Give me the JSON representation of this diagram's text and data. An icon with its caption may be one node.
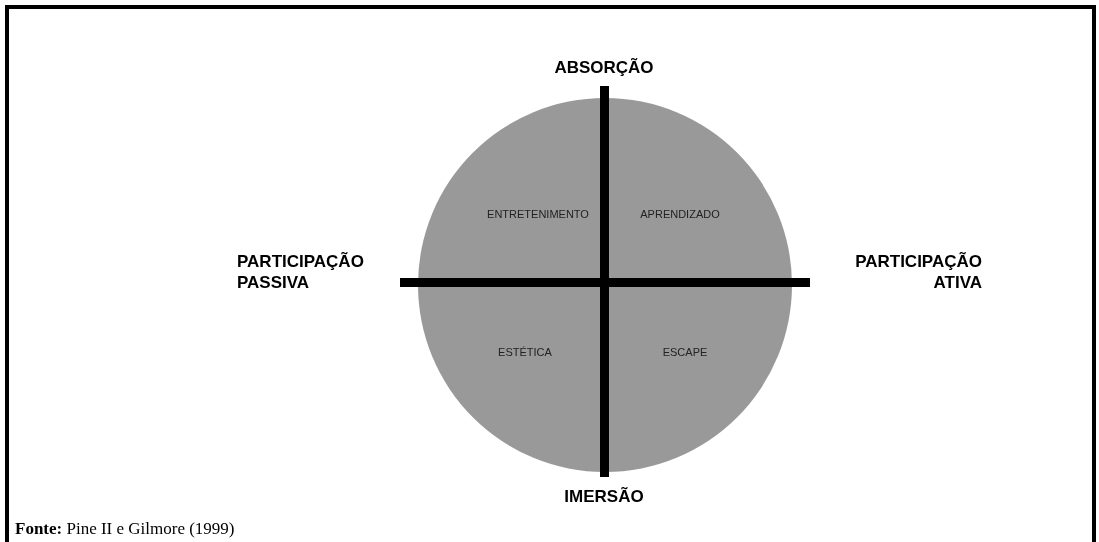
{
  "diagram": {
    "caption": "**Fonte:** Pine II e Gilmore (1999)",
    "nodes": [
      {
        "text": [
          "ENTRETENIMENTO",
          "APRENDIZADO",
          "ESTÉTICA",
          "ESCAPE"
        ]
      }
    ],
    "labels": [
      "ABSORÇÃO",
      "PARTICIPAÇÃO PASSIVA",
      "PARTICIPAÇÃO ATIVA",
      "IMERSÃO"
    ]
  }
}
